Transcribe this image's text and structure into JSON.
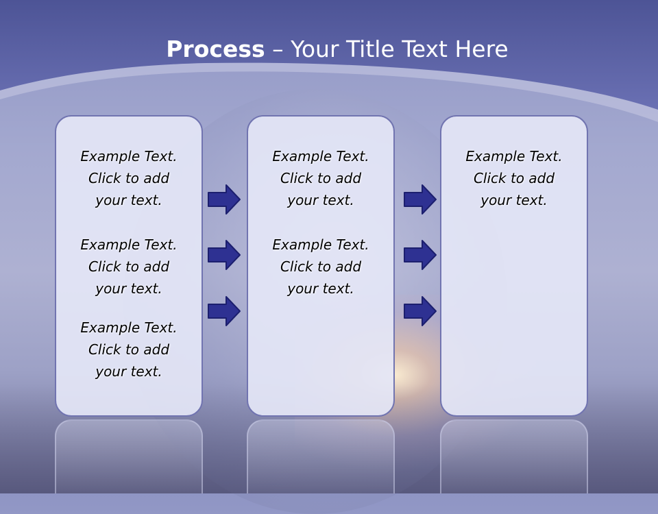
{
  "title": {
    "bold": "Process",
    "rest": " – Your Title Text Here"
  },
  "panels": [
    {
      "blocks": [
        [
          "Example Text.",
          "Click  to add",
          "your text."
        ],
        [
          "Example Text.",
          "Click  to add",
          "your text."
        ],
        [
          "Example Text.",
          "Click  to add",
          "your text."
        ]
      ]
    },
    {
      "blocks": [
        [
          "Example Text.",
          "Click  to add",
          "your text."
        ],
        [
          "Example Text.",
          "Click  to add",
          "your text."
        ]
      ]
    },
    {
      "blocks": [
        [
          "Example Text.",
          "Click  to add",
          "your text."
        ]
      ]
    }
  ],
  "colors": {
    "header": "#5a61a6",
    "panel_border": "#7174b0",
    "arrow_fill": "#2e3192"
  },
  "icons": [
    "arrow-right-icon"
  ]
}
